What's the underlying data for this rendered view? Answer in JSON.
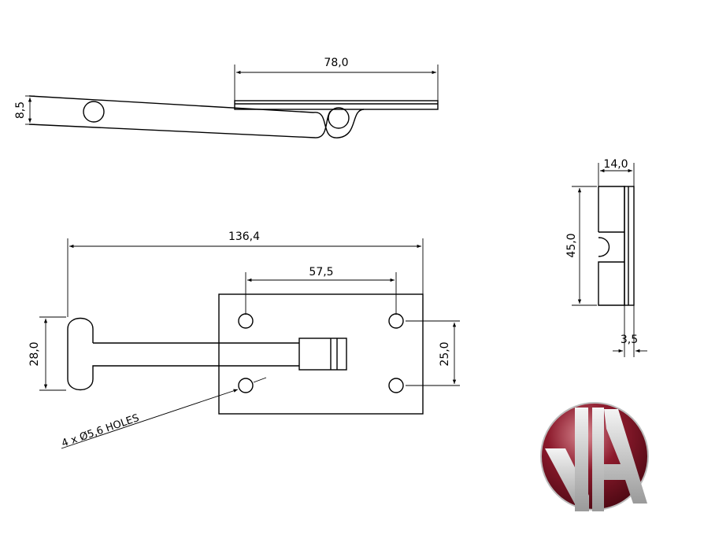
{
  "dimensions": {
    "top_plate_length": "78,0",
    "arm_thickness": "8,5",
    "overall_length": "136,4",
    "hole_spacing_horizontal": "57,5",
    "head_height": "28,0",
    "hole_spacing_vertical": "25,0",
    "side_width": "14,0",
    "side_height": "45,0",
    "plate_thickness": "3,5"
  },
  "callouts": {
    "holes": "4 x Ø5,6 HOLES"
  },
  "logo": {
    "text": "VA",
    "colors": {
      "primary": "#7a1424",
      "letters": "#c8c8c8"
    }
  }
}
